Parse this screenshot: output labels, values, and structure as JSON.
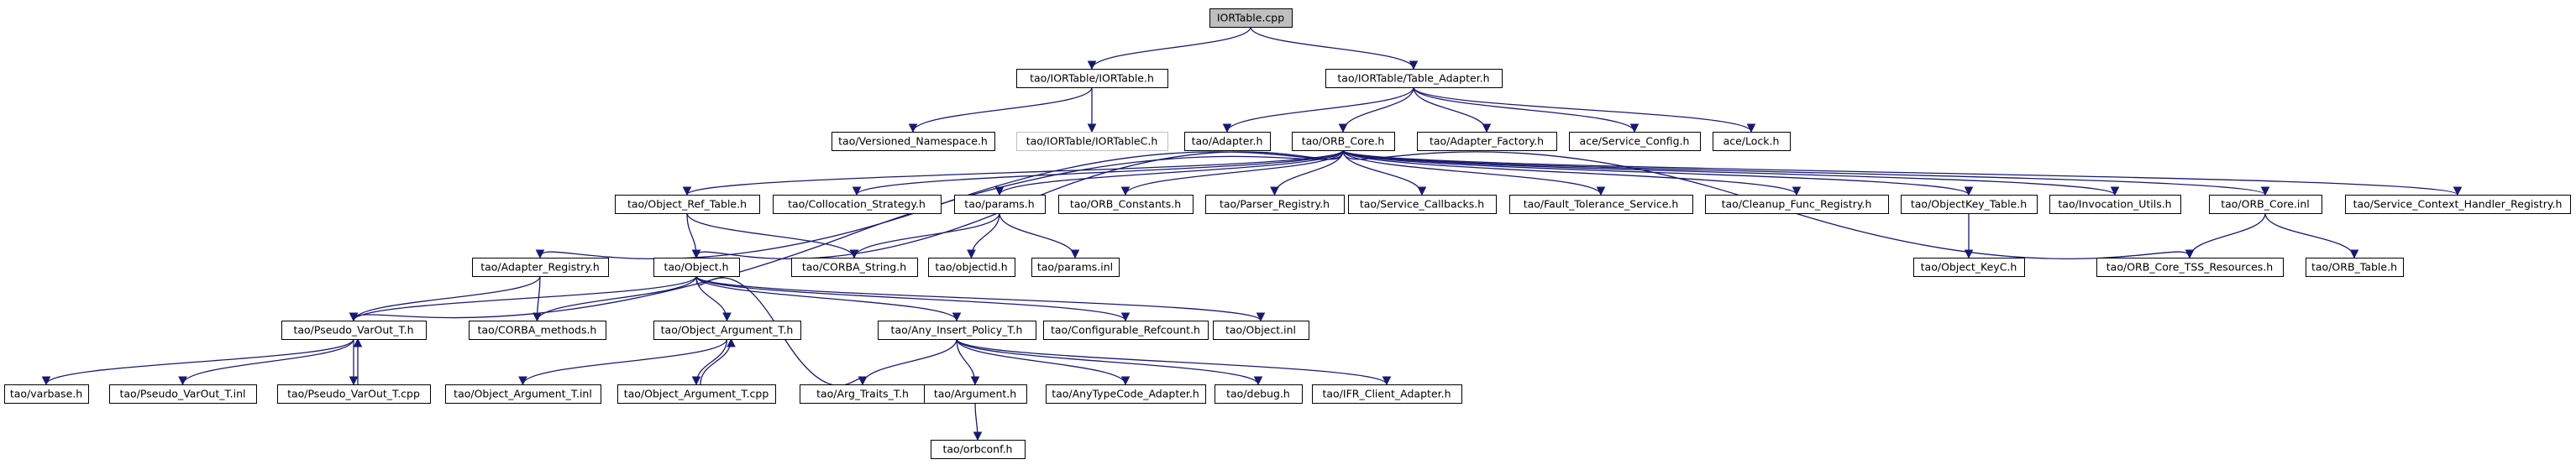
{
  "graph": {
    "title": "IORTable.cpp",
    "nodes": [
      {
        "id": "iortable_cpp",
        "label": "IORTable.cpp",
        "kind": "root"
      },
      {
        "id": "iortable_h",
        "label": "tao/IORTable/IORTable.h"
      },
      {
        "id": "table_adapter_h",
        "label": "tao/IORTable/Table_Adapter.h"
      },
      {
        "id": "versioned_ns",
        "label": "tao/Versioned_Namespace.h"
      },
      {
        "id": "iortablec_h",
        "label": "tao/IORTable/IORTableC.h",
        "kind": "ghost"
      },
      {
        "id": "adapter_h",
        "label": "tao/Adapter.h"
      },
      {
        "id": "orb_core_h",
        "label": "tao/ORB_Core.h"
      },
      {
        "id": "adapter_factory_h",
        "label": "tao/Adapter_Factory.h"
      },
      {
        "id": "service_config_h",
        "label": "ace/Service_Config.h"
      },
      {
        "id": "lock_h",
        "label": "ace/Lock.h"
      },
      {
        "id": "object_ref_table_h",
        "label": "tao/Object_Ref_Table.h"
      },
      {
        "id": "collocation_strategy_h",
        "label": "tao/Collocation_Strategy.h"
      },
      {
        "id": "params_h",
        "label": "tao/params.h"
      },
      {
        "id": "orb_constants_h",
        "label": "tao/ORB_Constants.h"
      },
      {
        "id": "parser_registry_h",
        "label": "tao/Parser_Registry.h"
      },
      {
        "id": "service_callbacks_h",
        "label": "tao/Service_Callbacks.h"
      },
      {
        "id": "fault_tolerance_h",
        "label": "tao/Fault_Tolerance_Service.h"
      },
      {
        "id": "cleanup_func_h",
        "label": "tao/Cleanup_Func_Registry.h"
      },
      {
        "id": "objectkey_table_h",
        "label": "tao/ObjectKey_Table.h"
      },
      {
        "id": "invocation_utils_h",
        "label": "tao/Invocation_Utils.h"
      },
      {
        "id": "orb_core_inl",
        "label": "tao/ORB_Core.inl"
      },
      {
        "id": "service_context_h",
        "label": "tao/Service_Context_Handler_Registry.h"
      },
      {
        "id": "adapter_registry_h",
        "label": "tao/Adapter_Registry.h"
      },
      {
        "id": "object_h",
        "label": "tao/Object.h"
      },
      {
        "id": "corba_string_h",
        "label": "tao/CORBA_String.h"
      },
      {
        "id": "objectid_h",
        "label": "tao/objectid.h"
      },
      {
        "id": "params_inl",
        "label": "tao/params.inl"
      },
      {
        "id": "object_keyc_h",
        "label": "tao/Object_KeyC.h"
      },
      {
        "id": "orb_core_tss_h",
        "label": "tao/ORB_Core_TSS_Resources.h"
      },
      {
        "id": "orb_table_h",
        "label": "tao/ORB_Table.h"
      },
      {
        "id": "pseudo_varout_h",
        "label": "tao/Pseudo_VarOut_T.h"
      },
      {
        "id": "corba_methods_h",
        "label": "tao/CORBA_methods.h"
      },
      {
        "id": "object_argument_h",
        "label": "tao/Object_Argument_T.h"
      },
      {
        "id": "any_insert_policy_h",
        "label": "tao/Any_Insert_Policy_T.h"
      },
      {
        "id": "configurable_refcount_h",
        "label": "tao/Configurable_Refcount.h"
      },
      {
        "id": "object_inl",
        "label": "tao/Object.inl"
      },
      {
        "id": "varbase_h",
        "label": "tao/varbase.h"
      },
      {
        "id": "pseudo_varout_inl",
        "label": "tao/Pseudo_VarOut_T.inl"
      },
      {
        "id": "pseudo_varout_cpp",
        "label": "tao/Pseudo_VarOut_T.cpp"
      },
      {
        "id": "object_argument_inl",
        "label": "tao/Object_Argument_T.inl"
      },
      {
        "id": "object_argument_cpp",
        "label": "tao/Object_Argument_T.cpp"
      },
      {
        "id": "arg_traits_h",
        "label": "tao/Arg_Traits_T.h"
      },
      {
        "id": "argument_h",
        "label": "tao/Argument.h"
      },
      {
        "id": "anytypecode_adapter_h",
        "label": "tao/AnyTypeCode_Adapter.h"
      },
      {
        "id": "debug_h",
        "label": "tao/debug.h"
      },
      {
        "id": "ifr_client_adapter_h",
        "label": "tao/IFR_Client_Adapter.h"
      },
      {
        "id": "orbconf_h",
        "label": "tao/orbconf.h"
      }
    ],
    "edges": [
      [
        "iortable_cpp",
        "iortable_h"
      ],
      [
        "iortable_cpp",
        "table_adapter_h"
      ],
      [
        "iortable_h",
        "versioned_ns"
      ],
      [
        "iortable_h",
        "iortablec_h"
      ],
      [
        "table_adapter_h",
        "adapter_h"
      ],
      [
        "table_adapter_h",
        "orb_core_h"
      ],
      [
        "table_adapter_h",
        "adapter_factory_h"
      ],
      [
        "table_adapter_h",
        "service_config_h"
      ],
      [
        "table_adapter_h",
        "lock_h"
      ],
      [
        "orb_core_h",
        "object_ref_table_h"
      ],
      [
        "orb_core_h",
        "collocation_strategy_h"
      ],
      [
        "orb_core_h",
        "params_h"
      ],
      [
        "orb_core_h",
        "orb_constants_h"
      ],
      [
        "orb_core_h",
        "parser_registry_h"
      ],
      [
        "orb_core_h",
        "service_callbacks_h"
      ],
      [
        "orb_core_h",
        "fault_tolerance_h"
      ],
      [
        "orb_core_h",
        "cleanup_func_h"
      ],
      [
        "orb_core_h",
        "objectkey_table_h"
      ],
      [
        "orb_core_h",
        "invocation_utils_h"
      ],
      [
        "orb_core_h",
        "orb_core_inl"
      ],
      [
        "orb_core_h",
        "service_context_h"
      ],
      [
        "orb_core_h",
        "adapter_registry_h"
      ],
      [
        "orb_core_h",
        "object_h"
      ],
      [
        "orb_core_h",
        "pseudo_varout_h"
      ],
      [
        "orb_core_h",
        "orb_core_tss_h"
      ],
      [
        "object_ref_table_h",
        "object_h"
      ],
      [
        "object_ref_table_h",
        "corba_string_h"
      ],
      [
        "params_h",
        "corba_string_h"
      ],
      [
        "params_h",
        "objectid_h"
      ],
      [
        "params_h",
        "params_inl"
      ],
      [
        "objectkey_table_h",
        "object_keyc_h"
      ],
      [
        "orb_core_inl",
        "orb_core_tss_h"
      ],
      [
        "orb_core_inl",
        "orb_table_h"
      ],
      [
        "adapter_registry_h",
        "pseudo_varout_h"
      ],
      [
        "adapter_registry_h",
        "corba_methods_h"
      ],
      [
        "object_h",
        "pseudo_varout_h"
      ],
      [
        "object_h",
        "corba_methods_h"
      ],
      [
        "object_h",
        "object_argument_h"
      ],
      [
        "object_h",
        "any_insert_policy_h"
      ],
      [
        "object_h",
        "configurable_refcount_h"
      ],
      [
        "object_h",
        "object_inl"
      ],
      [
        "object_h",
        "arg_traits_h"
      ],
      [
        "pseudo_varout_h",
        "varbase_h"
      ],
      [
        "pseudo_varout_h",
        "pseudo_varout_inl"
      ],
      [
        "pseudo_varout_h",
        "pseudo_varout_cpp"
      ],
      [
        "pseudo_varout_cpp",
        "pseudo_varout_h"
      ],
      [
        "object_argument_h",
        "object_argument_inl"
      ],
      [
        "object_argument_h",
        "object_argument_cpp"
      ],
      [
        "object_argument_cpp",
        "object_argument_h"
      ],
      [
        "any_insert_policy_h",
        "arg_traits_h"
      ],
      [
        "any_insert_policy_h",
        "argument_h"
      ],
      [
        "any_insert_policy_h",
        "anytypecode_adapter_h"
      ],
      [
        "any_insert_policy_h",
        "debug_h"
      ],
      [
        "any_insert_policy_h",
        "ifr_client_adapter_h"
      ],
      [
        "argument_h",
        "orbconf_h"
      ]
    ]
  }
}
